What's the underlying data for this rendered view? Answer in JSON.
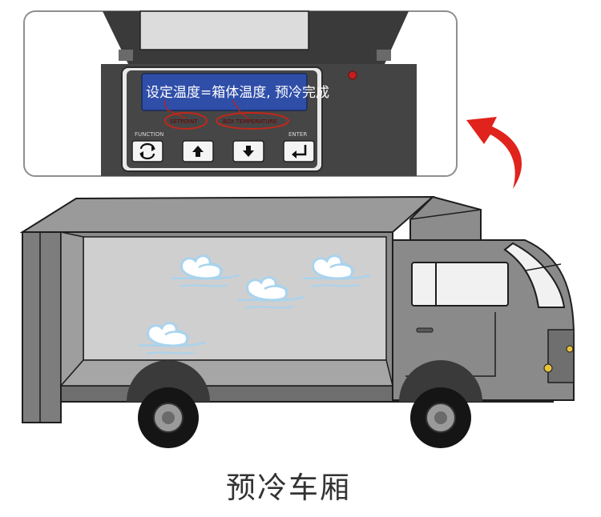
{
  "controller": {
    "display_text": "设定温度=箱体温度, 预冷完成",
    "setpoint_label": "SETPOINT",
    "box_temp_label": "BOX TEMPERATURE",
    "function_label": "FUNCTION",
    "enter_label": "ENTER"
  },
  "caption": "预冷车厢",
  "colors": {
    "panel": "#3b3b3b",
    "lcd": "#2f4ea8",
    "highlight_ring": "#c0281b",
    "arrow": "#e0231c",
    "truck_body": "#8a8a8a",
    "cargo_side": "#cfcfcf",
    "cold_air": "#a9d3ee"
  }
}
